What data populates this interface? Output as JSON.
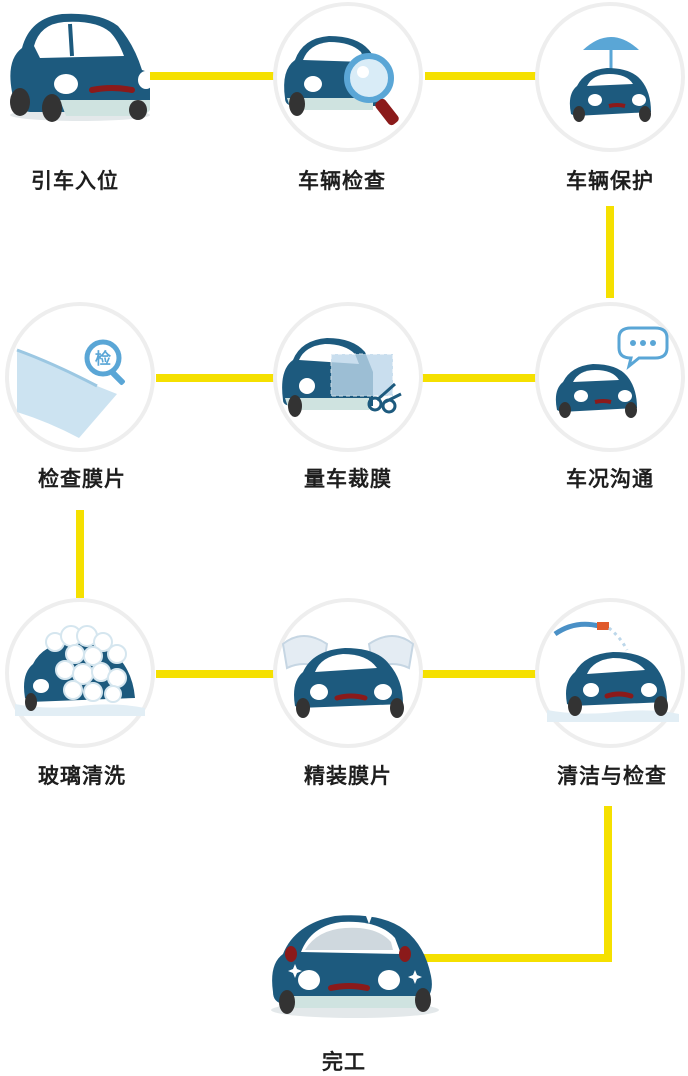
{
  "steps": [
    {
      "id": "park",
      "label": "引车入位",
      "icon": "car-front-icon"
    },
    {
      "id": "inspect",
      "label": "车辆检查",
      "icon": "car-magnifier-icon"
    },
    {
      "id": "protect",
      "label": "车辆保护",
      "icon": "car-umbrella-icon"
    },
    {
      "id": "film-check",
      "label": "检查膜片",
      "icon": "film-inspect-icon"
    },
    {
      "id": "cut-film",
      "label": "量车裁膜",
      "icon": "car-scissors-icon"
    },
    {
      "id": "communicate",
      "label": "车况沟通",
      "icon": "car-chat-icon"
    },
    {
      "id": "glass-wash",
      "label": "玻璃清洗",
      "icon": "car-foam-icon"
    },
    {
      "id": "install",
      "label": "精装膜片",
      "icon": "car-film-install-icon"
    },
    {
      "id": "clean-check",
      "label": "清洁与检查",
      "icon": "car-hose-icon"
    },
    {
      "id": "done",
      "label": "完工",
      "icon": "car-sparkle-icon"
    }
  ],
  "film_icon_text": "检",
  "colors": {
    "car_body": "#1d5a7e",
    "car_body_dark": "#164766",
    "connector": "#f5e000",
    "circle_border": "#eeeeee",
    "accent_blue": "#5aa6d6",
    "brake_red": "#8b1a1a"
  }
}
